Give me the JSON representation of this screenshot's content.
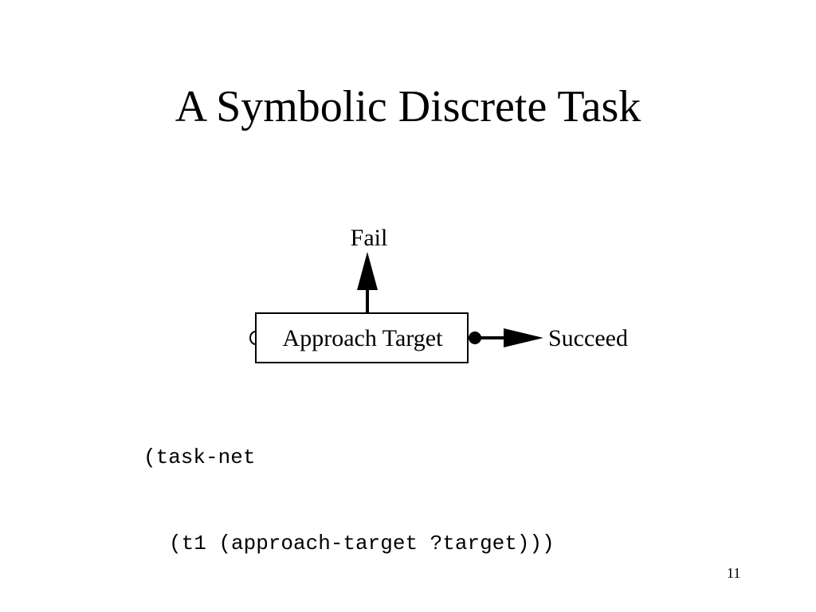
{
  "slide": {
    "title": "A Symbolic Discrete Task",
    "page_number": "11"
  },
  "diagram": {
    "task_label": "Approach Target",
    "fail_label": "Fail",
    "succeed_label": "Succeed"
  },
  "code": {
    "line1": "(task-net",
    "line2": "(t1 (approach-target ?target)))"
  }
}
